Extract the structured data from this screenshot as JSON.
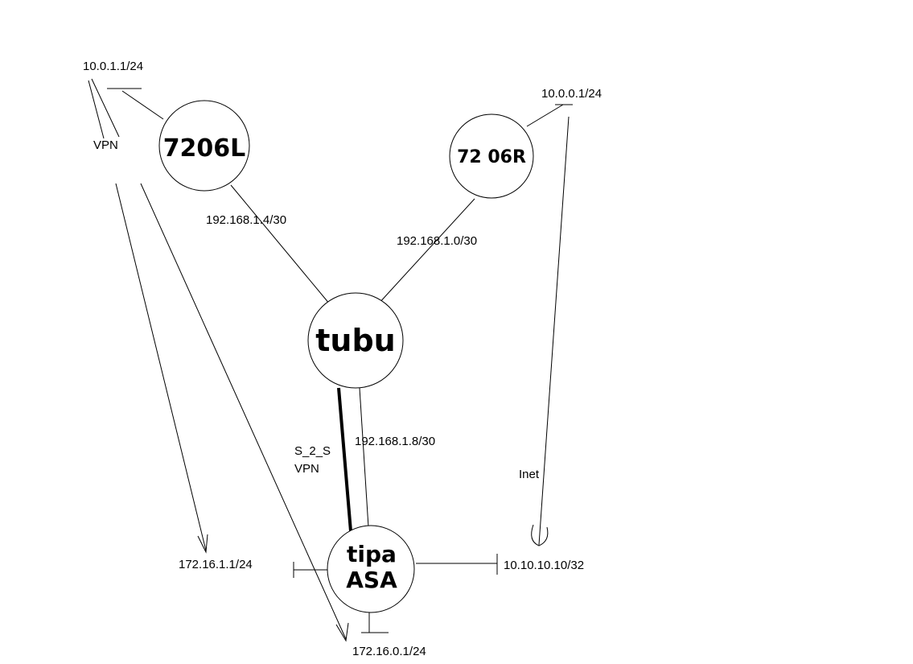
{
  "nodes": {
    "r7206l": "7206L",
    "r7206r": "72 06R",
    "core": "tubu",
    "asa_line1": "tipa",
    "asa_line2": "ASA"
  },
  "links": {
    "l_7206l_core": "192.168.1.4/30",
    "l_7206r_core": "192.168.1.0/30",
    "l_core_asa": "192.168.1.8/30",
    "vpn_s2s_line1": "S_2_S",
    "vpn_s2s_line2": "VPN"
  },
  "subnets": {
    "left_lan": "10.0.1.1/24",
    "right_lan": "10.0.0.1/24",
    "asa_left": "172.16.1.1/24",
    "asa_bottom": "172.16.0.1/24",
    "asa_right": "10.10.10.10/32"
  },
  "annotations": {
    "vpn": "VPN",
    "inet": "Inet"
  }
}
